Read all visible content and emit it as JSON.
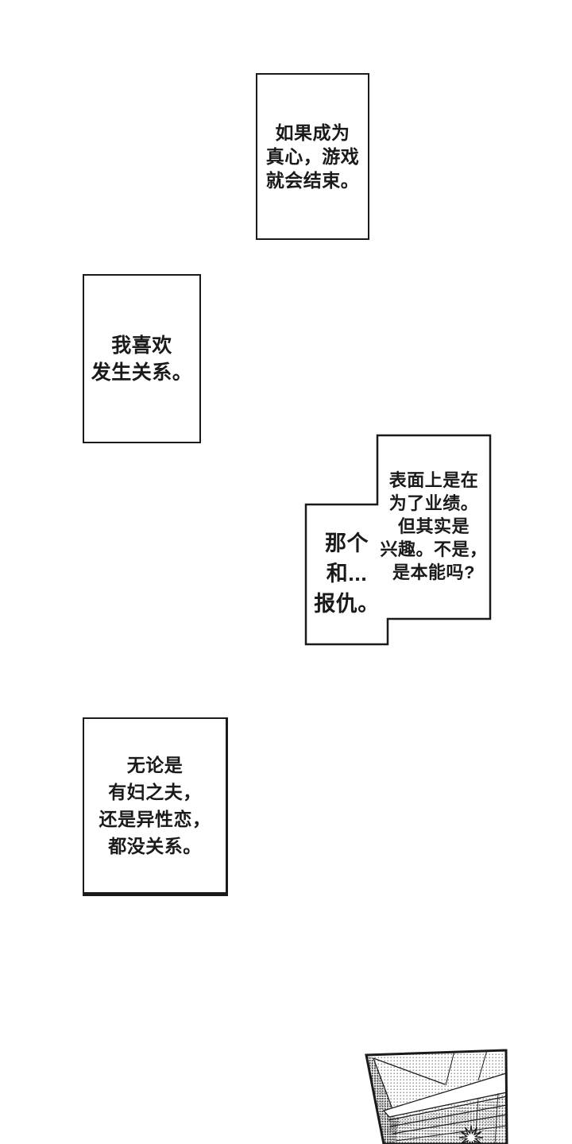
{
  "page": {
    "kind": "manga-page"
  },
  "colors": {
    "paper": "#ffffff",
    "ink": "#1a1a1a",
    "halftone_light": "#8e8e8e",
    "halftone_mid": "#6f6f6f",
    "halftone_dark": "#4f4f4f"
  },
  "bubbles": {
    "b1": {
      "text": "如果成为\n真心，游戏\n就会结束。"
    },
    "b2": {
      "text": "我喜欢\n发生关系。"
    },
    "b3_right": {
      "text": "表面上是在\n为了业绩。\n但其实是\n兴趣。不是，\n是本能吗?"
    },
    "b3_left": {
      "text": "那个\n和...\n报仇。"
    },
    "b4": {
      "text": "无论是\n有妇之夫，\n还是异性恋，\n都没关系。"
    }
  },
  "art": {
    "panel_name": "ceiling-with-fluorescent-light",
    "flare_name": "light-flare"
  }
}
